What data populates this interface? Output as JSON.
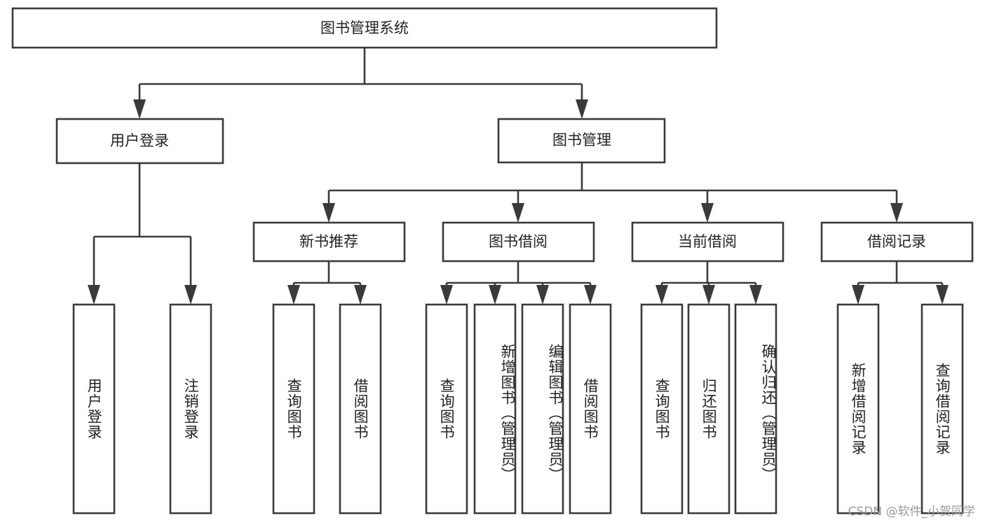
{
  "diagram": {
    "title": "图书管理系统",
    "type": "tree",
    "watermark": "CSDN @软件_小贺同学",
    "colors": {
      "box_stroke": "#3a3a3a",
      "box_fill": "#ffffff",
      "text": "#222222",
      "watermark": "#9a9a9a",
      "background": "#ffffff"
    },
    "nodes": {
      "root": {
        "label": "图书管理系统"
      },
      "level2": [
        {
          "label": "用户登录"
        },
        {
          "label": "图书管理"
        }
      ],
      "level3": [
        {
          "label": "新书推荐"
        },
        {
          "label": "图书借阅"
        },
        {
          "label": "当前借阅"
        },
        {
          "label": "借阅记录"
        }
      ],
      "leaves": {
        "user_login": [
          {
            "label": "用户登录"
          },
          {
            "label": "注销登录"
          }
        ],
        "new_book": [
          {
            "label": "查询图书"
          },
          {
            "label": "借阅图书"
          }
        ],
        "book_borrow": [
          {
            "label": "查询图书"
          },
          {
            "label": "新增图书（管理员）"
          },
          {
            "label": "编辑图书（管理员）"
          },
          {
            "label": "借阅图书"
          }
        ],
        "current_borrow": [
          {
            "label": "查询图书"
          },
          {
            "label": "归还图书"
          },
          {
            "label": "确认归还（管理员）"
          }
        ],
        "borrow_record": [
          {
            "label": "新增借阅记录"
          },
          {
            "label": "查询借阅记录"
          }
        ]
      }
    }
  }
}
